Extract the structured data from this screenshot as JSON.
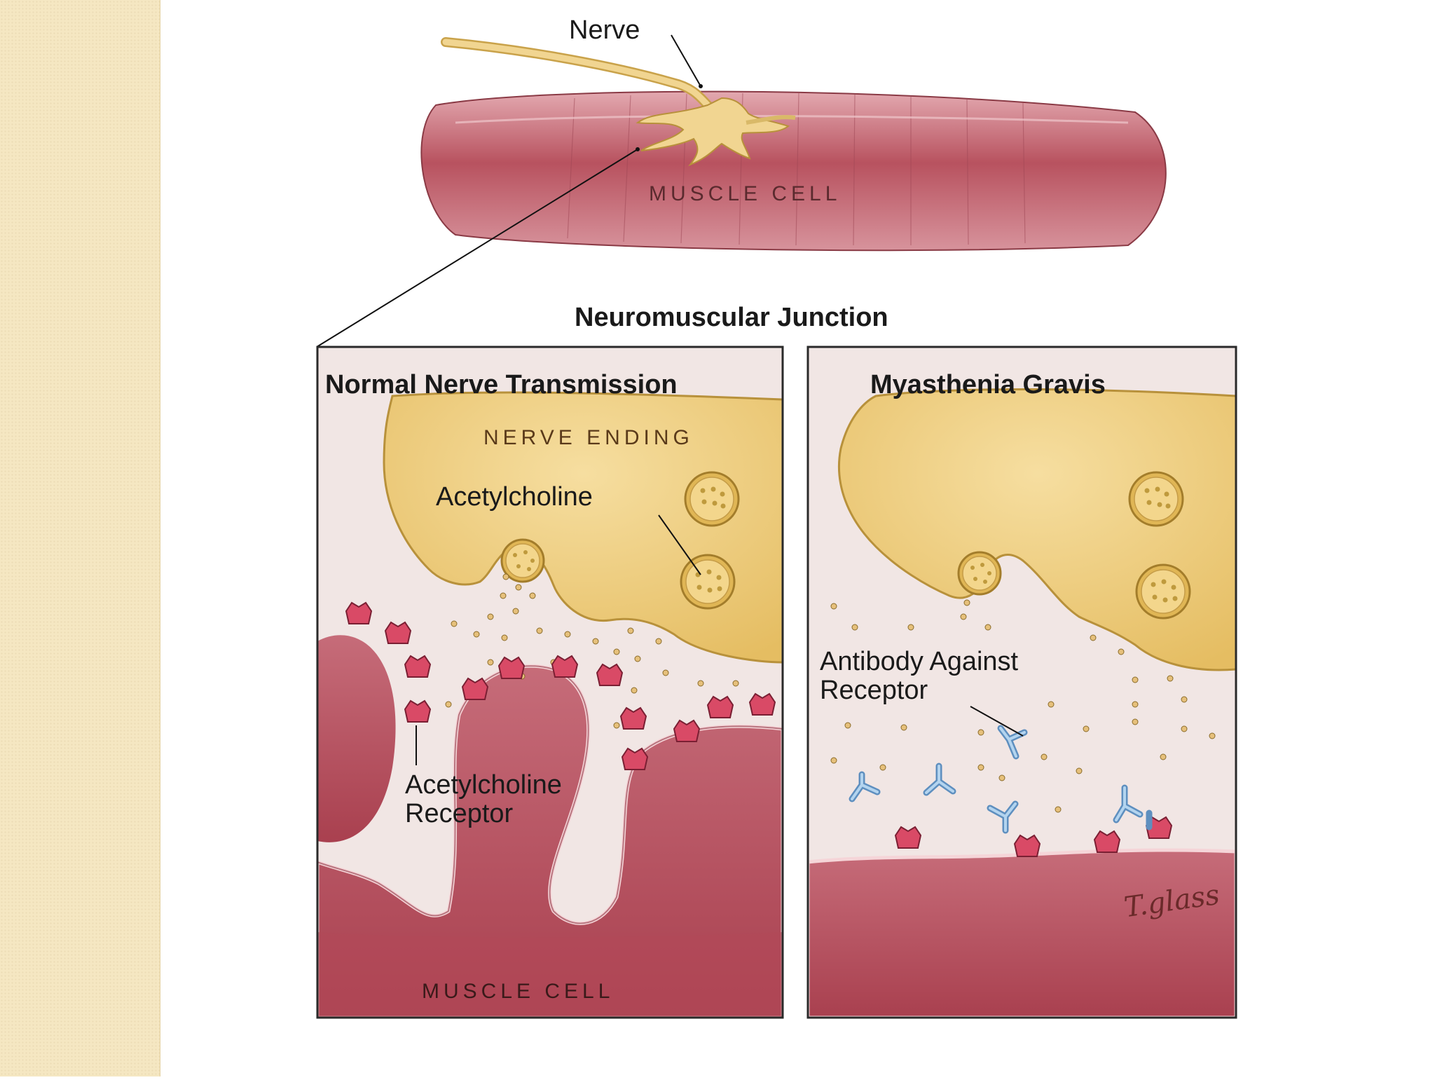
{
  "labels": {
    "nerve": "Nerve",
    "muscle_cell_top": "MUSCLE CELL",
    "neuromuscular_junction": "Neuromuscular Junction",
    "normal_panel_title": "Normal Nerve Transmission",
    "mg_panel_title": "Myasthenia Gravis",
    "nerve_ending": "NERVE ENDING",
    "acetylcholine": "Acetylcholine",
    "antibody_against_receptor": "Antibody Against\nReceptor",
    "acetylcholine_receptor": "Acetylcholine\nReceptor",
    "muscle_cell_bottom": "MUSCLE CELL",
    "artist_signature": "T.glass"
  },
  "colors": {
    "sidebar": "#f5e7c2",
    "nerve": "#e9c874",
    "muscle": "#b8525f",
    "muscle_light": "#d58b95",
    "synaptic_cleft": "#f3e6e2",
    "receptor": "#d94a66",
    "antibody": "#7fb0d8",
    "panel_border": "#2a2a2a"
  }
}
